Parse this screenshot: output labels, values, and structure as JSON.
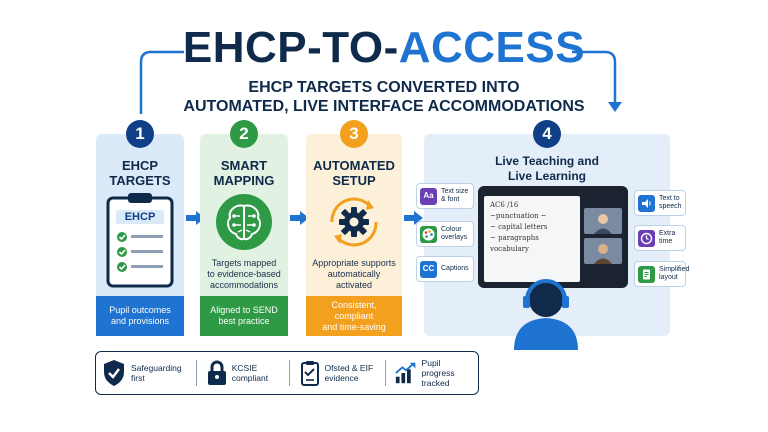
{
  "title": {
    "part1": "EHCP-TO-",
    "part2": "ACCESS"
  },
  "subtitle": {
    "line1": "EHCP TARGETS CONVERTED INTO",
    "line2": "AUTOMATED, LIVE INTERFACE ACCOMMODATIONS"
  },
  "steps": [
    {
      "number": "1",
      "heading_l1": "EHCP",
      "heading_l2": "TARGETS",
      "badge": "EHCP",
      "description": "",
      "footer_l1": "Pupil outcomes",
      "footer_l2": "and provisions"
    },
    {
      "number": "2",
      "heading_l1": "SMART",
      "heading_l2": "MAPPING",
      "description_l1": "Targets mapped",
      "description_l2": "to evidence-based",
      "description_l3": "accommodations",
      "footer_l1": "Aligned to SEND",
      "footer_l2": "best practice"
    },
    {
      "number": "3",
      "heading_l1": "AUTOMATED",
      "heading_l2": "SETUP",
      "description_l1": "Appropriate supports",
      "description_l2": "automatically",
      "description_l3": "activated",
      "footer_l1": "Consistent, compliant",
      "footer_l2": "and time-saving"
    },
    {
      "number": "4",
      "heading_l1": "Live Teaching and",
      "heading_l2": "Live Learning"
    }
  ],
  "accommodations": {
    "left": [
      {
        "icon_text": "Aa",
        "label_l1": "Text size",
        "label_l2": "& font"
      },
      {
        "icon_text": "",
        "label_l1": "Colour",
        "label_l2": "overlays"
      },
      {
        "icon_text": "CC",
        "label_l1": "Captions",
        "label_l2": ""
      }
    ],
    "right": [
      {
        "icon_text": "",
        "label_l1": "Text to",
        "label_l2": "speech"
      },
      {
        "icon_text": "",
        "label_l1": "Extra",
        "label_l2": "time"
      },
      {
        "icon_text": "",
        "label_l1": "Simplified",
        "label_l2": "layout"
      }
    ]
  },
  "whiteboard": {
    "line1": "AC6 /16",
    "line2": "~punctuation ~",
    "line3": "~ capital letters",
    "line4": "~ paragraphs",
    "line5": "vocabulary"
  },
  "bottom_items": [
    {
      "icon": "shield-check-icon",
      "label_l1": "Safeguarding",
      "label_l2": "first"
    },
    {
      "icon": "padlock-icon",
      "label_l1": "KCSIE",
      "label_l2": "compliant"
    },
    {
      "icon": "clipboard-check-icon",
      "label_l1": "Ofsted & EIF",
      "label_l2": "evidence"
    },
    {
      "icon": "rising-chart-icon",
      "label_l1": "Pupil progress",
      "label_l2": "tracked"
    }
  ],
  "colors": {
    "navy": "#0f2a4a",
    "blue": "#1f73d1",
    "green": "#2f9a45",
    "orange": "#f2a01d",
    "purple": "#6a3fb5"
  }
}
